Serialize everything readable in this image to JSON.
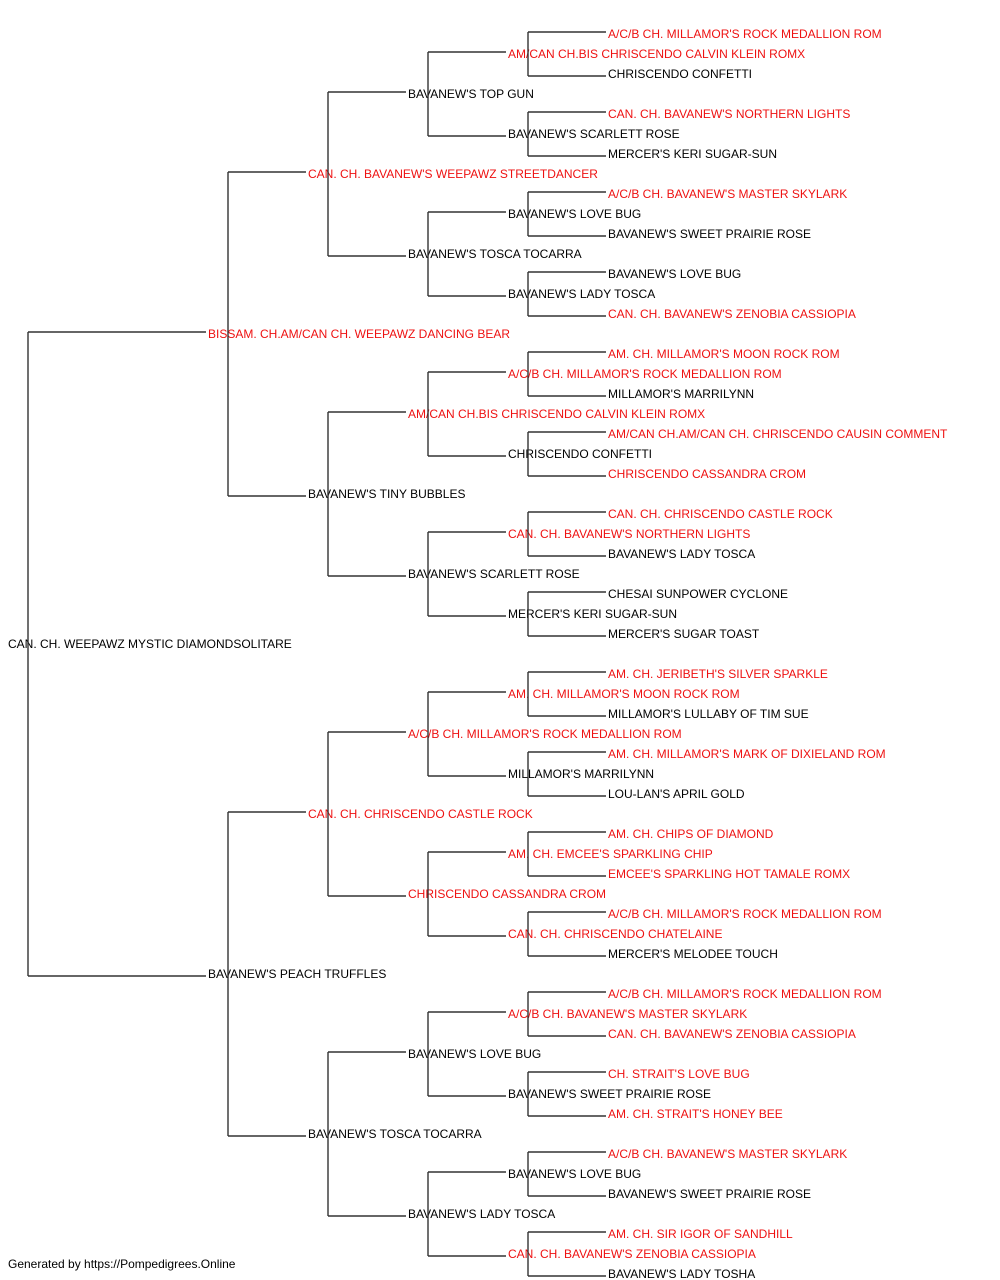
{
  "colors": {
    "champion": "#ee1111",
    "regular": "#000000",
    "line": "#333333"
  },
  "dog": {
    "name": "CAN. CH. WEEPAWZ MYSTIC DIAMONDSOLITARE"
  },
  "generations": [
    [
      {
        "name": "BISSAM. CH.AM/CAN CH. WEEPAWZ DANCING BEAR",
        "champion": true
      },
      {
        "name": "BAVANEW'S PEACH TRUFFLES",
        "champion": false
      }
    ],
    [
      {
        "name": "CAN. CH. BAVANEW'S WEEPAWZ STREETDANCER",
        "champion": true
      },
      {
        "name": "BAVANEW'S TINY BUBBLES",
        "champion": false
      },
      {
        "name": "CAN. CH. CHRISCENDO CASTLE ROCK",
        "champion": true
      },
      {
        "name": "BAVANEW'S TOSCA TOCARRA",
        "champion": false
      }
    ],
    [
      {
        "name": "BAVANEW'S TOP GUN",
        "champion": false
      },
      {
        "name": "BAVANEW'S TOSCA TOCARRA",
        "champion": false
      },
      {
        "name": "AM/CAN CH.BIS CHRISCENDO CALVIN KLEIN ROMX",
        "champion": true
      },
      {
        "name": "BAVANEW'S SCARLETT ROSE",
        "champion": false
      },
      {
        "name": "A/C/B CH. MILLAMOR'S ROCK MEDALLION ROM",
        "champion": true
      },
      {
        "name": "CHRISCENDO CASSANDRA CROM",
        "champion": true
      },
      {
        "name": "BAVANEW'S LOVE BUG",
        "champion": false
      },
      {
        "name": "BAVANEW'S LADY TOSCA",
        "champion": false
      }
    ],
    [
      {
        "name": "AM/CAN CH.BIS CHRISCENDO CALVIN KLEIN ROMX",
        "champion": true
      },
      {
        "name": "BAVANEW'S SCARLETT ROSE",
        "champion": false
      },
      {
        "name": "BAVANEW'S LOVE BUG",
        "champion": false
      },
      {
        "name": "BAVANEW'S LADY TOSCA",
        "champion": false
      },
      {
        "name": "A/C/B CH. MILLAMOR'S ROCK MEDALLION ROM",
        "champion": true
      },
      {
        "name": "CHRISCENDO CONFETTI",
        "champion": false
      },
      {
        "name": "CAN. CH. BAVANEW'S NORTHERN LIGHTS",
        "champion": true
      },
      {
        "name": "MERCER'S KERI SUGAR-SUN",
        "champion": false
      },
      {
        "name": "AM. CH. MILLAMOR'S MOON ROCK ROM",
        "champion": true
      },
      {
        "name": "MILLAMOR'S MARRILYNN",
        "champion": false
      },
      {
        "name": "AM. CH. EMCEE'S SPARKLING CHIP",
        "champion": true
      },
      {
        "name": "CAN. CH. CHRISCENDO CHATELAINE",
        "champion": true
      },
      {
        "name": "A/C/B CH. BAVANEW'S MASTER SKYLARK",
        "champion": true
      },
      {
        "name": "BAVANEW'S SWEET PRAIRIE ROSE",
        "champion": false
      },
      {
        "name": "BAVANEW'S LOVE BUG",
        "champion": false
      },
      {
        "name": "CAN. CH. BAVANEW'S ZENOBIA CASSIOPIA",
        "champion": true
      }
    ],
    [
      {
        "name": "A/C/B CH. MILLAMOR'S ROCK MEDALLION ROM",
        "champion": true
      },
      {
        "name": "CHRISCENDO CONFETTI",
        "champion": false
      },
      {
        "name": "CAN. CH. BAVANEW'S NORTHERN LIGHTS",
        "champion": true
      },
      {
        "name": "MERCER'S KERI SUGAR-SUN",
        "champion": false
      },
      {
        "name": "A/C/B CH. BAVANEW'S MASTER SKYLARK",
        "champion": true
      },
      {
        "name": "BAVANEW'S SWEET PRAIRIE ROSE",
        "champion": false
      },
      {
        "name": "BAVANEW'S LOVE BUG",
        "champion": false
      },
      {
        "name": "CAN. CH. BAVANEW'S ZENOBIA CASSIOPIA",
        "champion": true
      },
      {
        "name": "AM. CH. MILLAMOR'S MOON ROCK ROM",
        "champion": true
      },
      {
        "name": "MILLAMOR'S MARRILYNN",
        "champion": false
      },
      {
        "name": "AM/CAN CH.AM/CAN CH. CHRISCENDO CAUSIN COMMENT",
        "champion": true
      },
      {
        "name": "CHRISCENDO CASSANDRA CROM",
        "champion": true
      },
      {
        "name": "CAN. CH. CHRISCENDO CASTLE ROCK",
        "champion": true
      },
      {
        "name": "BAVANEW'S LADY TOSCA",
        "champion": false
      },
      {
        "name": "CHESAI SUNPOWER CYCLONE",
        "champion": false
      },
      {
        "name": "MERCER'S SUGAR TOAST",
        "champion": false
      },
      {
        "name": "AM. CH. JERIBETH'S SILVER SPARKLE",
        "champion": true
      },
      {
        "name": "MILLAMOR'S LULLABY OF TIM SUE",
        "champion": false
      },
      {
        "name": "AM. CH. MILLAMOR'S MARK OF DIXIELAND ROM",
        "champion": true
      },
      {
        "name": "LOU-LAN'S APRIL GOLD",
        "champion": false
      },
      {
        "name": "AM. CH. CHIPS OF DIAMOND",
        "champion": true
      },
      {
        "name": "EMCEE'S SPARKLING HOT TAMALE ROMX",
        "champion": true
      },
      {
        "name": "A/C/B CH. MILLAMOR'S ROCK MEDALLION ROM",
        "champion": true
      },
      {
        "name": "MERCER'S MELODEE TOUCH",
        "champion": false
      },
      {
        "name": "A/C/B CH. MILLAMOR'S ROCK MEDALLION ROM",
        "champion": true
      },
      {
        "name": "CAN. CH. BAVANEW'S ZENOBIA CASSIOPIA",
        "champion": true
      },
      {
        "name": "CH. STRAIT'S LOVE BUG",
        "champion": true
      },
      {
        "name": "AM. CH. STRAIT'S HONEY BEE",
        "champion": true
      },
      {
        "name": "A/C/B CH. BAVANEW'S MASTER SKYLARK",
        "champion": true
      },
      {
        "name": "BAVANEW'S SWEET PRAIRIE ROSE",
        "champion": false
      },
      {
        "name": "AM. CH. SIR IGOR OF SANDHILL",
        "champion": true
      },
      {
        "name": "BAVANEW'S LADY TOSHA",
        "champion": false
      }
    ]
  ],
  "footer": {
    "text": "Generated by https://Pompedigrees.Online"
  }
}
